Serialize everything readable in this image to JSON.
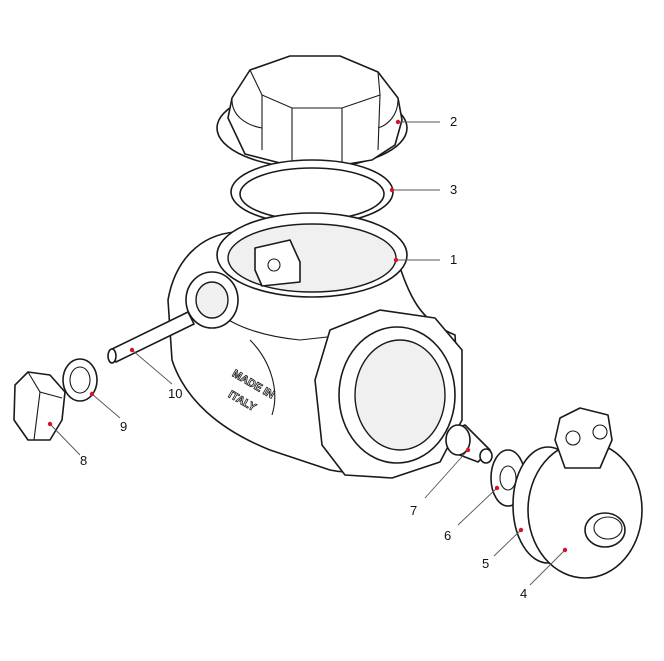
{
  "diagram": {
    "embossed_text": [
      "MADE IN",
      "ITALY"
    ],
    "callouts": [
      "1",
      "2",
      "3",
      "4",
      "5",
      "6",
      "7",
      "8",
      "9",
      "10"
    ],
    "colors": {
      "line": "#1a1a1a",
      "callout_dot": "#d4142a",
      "background": "#ffffff"
    }
  }
}
